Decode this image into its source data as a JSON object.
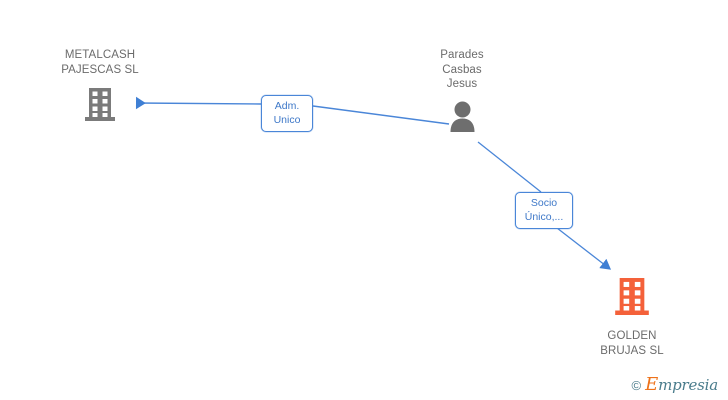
{
  "diagram": {
    "type": "corporate-relationship-graph",
    "background": "#ffffff",
    "edge_color": "#4a86d8",
    "company_icon_colors": {
      "metalcash": "#7b7b7b",
      "golden_brujas": "#f4613a"
    },
    "person_icon_color": "#6e6e6e",
    "label_text_color": "#6b6b6b"
  },
  "nodes": {
    "metalcash": {
      "label": "METALCASH\nPAJESCAS SL",
      "icon": "company-building-icon",
      "kind": "company"
    },
    "person": {
      "label": "Parades\nCasbas\nJesus",
      "icon": "person-icon",
      "kind": "person"
    },
    "golden": {
      "label": "GOLDEN\nBRUJAS SL",
      "icon": "company-building-icon",
      "kind": "company"
    }
  },
  "edges": {
    "adm_unico": {
      "label": "Adm.\nUnico",
      "from": "person",
      "to": "metalcash"
    },
    "socio_unico": {
      "label": "Socio\nÚnico,...",
      "from": "person",
      "to": "golden"
    }
  },
  "watermark": {
    "copyright": "©",
    "brand_initial": "E",
    "brand_rest": "mpresia"
  }
}
